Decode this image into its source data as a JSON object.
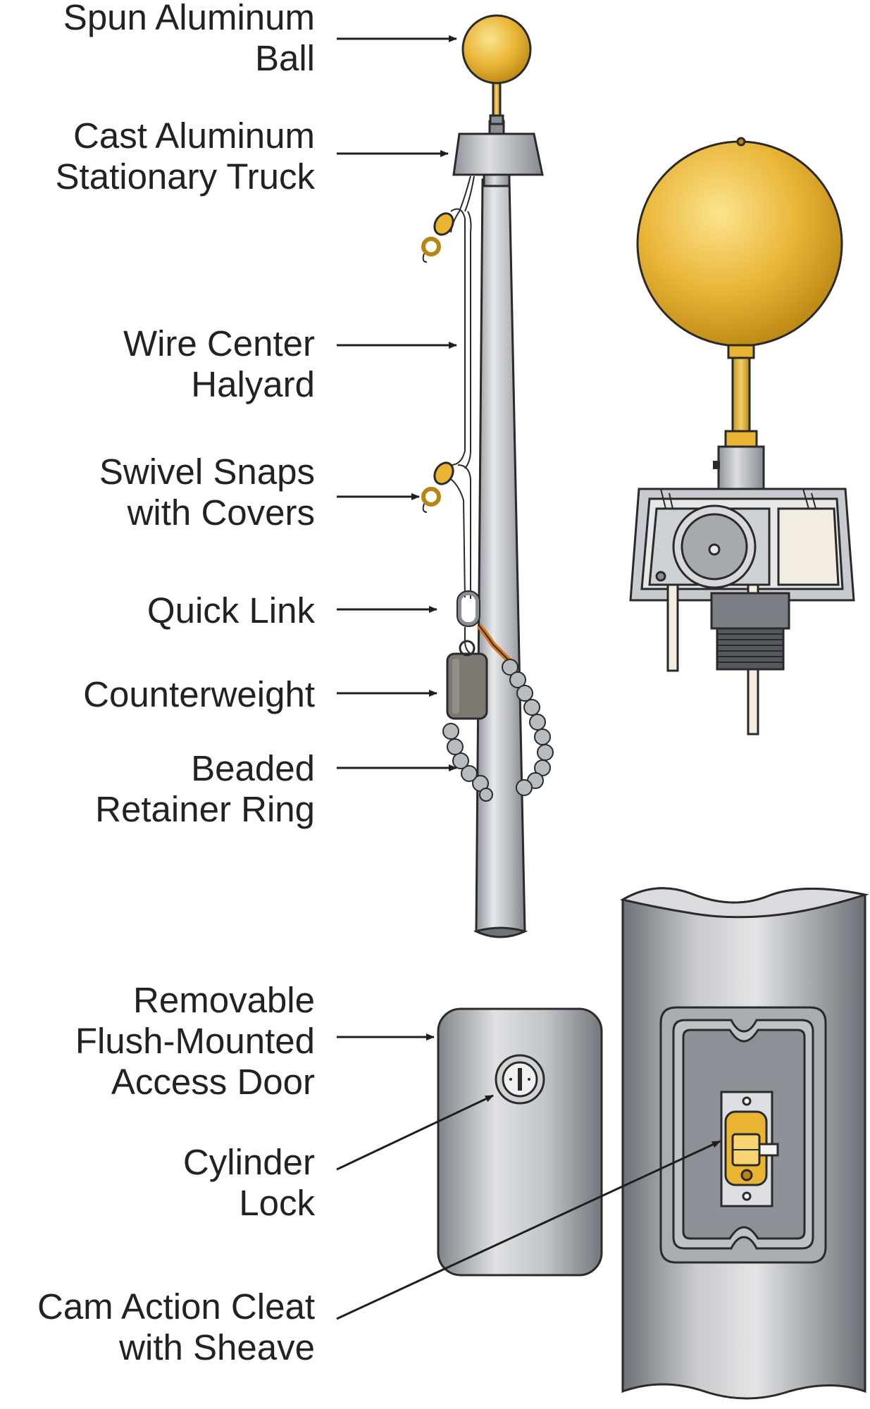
{
  "labels": {
    "ball": [
      "Spun Aluminum",
      "Ball"
    ],
    "truck": [
      "Cast Aluminum",
      "Stationary Truck"
    ],
    "halyard": [
      "Wire Center",
      "Halyard"
    ],
    "snaps": [
      "Swivel Snaps",
      "with Covers"
    ],
    "quick_link": [
      "Quick Link"
    ],
    "counterweight": [
      "Counterweight"
    ],
    "retainer": [
      "Beaded",
      "Retainer Ring"
    ],
    "door": [
      "Removable",
      "Flush-Mounted",
      "Access Door"
    ],
    "lock": [
      "Cylinder",
      "Lock"
    ],
    "cleat": [
      "Cam Action Cleat",
      "with Sheave"
    ]
  },
  "colors": {
    "gold": "#e8b432",
    "gold_light": "#f6d572",
    "gold_dark": "#b98512",
    "pole": "#b9bcc0",
    "pole_light": "#e2e4e6",
    "pole_dark": "#7b7f85",
    "metal_dark": "#6f7379",
    "weight": "#7d7872",
    "beads": "#b7bcc1"
  },
  "icons": [
    "arrow-icon",
    "key-hole-icon",
    "screw-icon"
  ]
}
